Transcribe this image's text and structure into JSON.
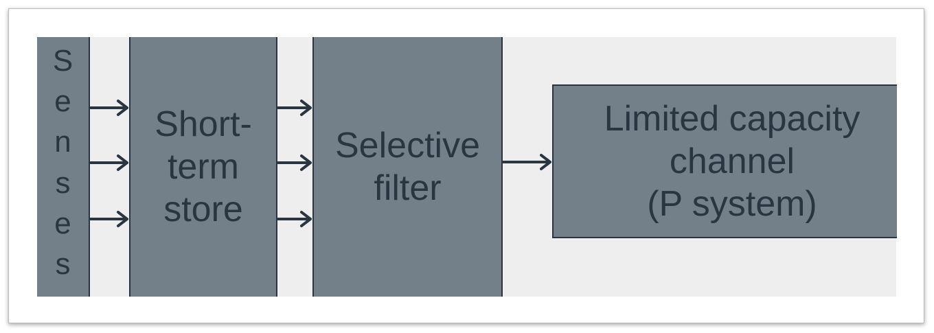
{
  "senses": {
    "letters": [
      "S",
      "e",
      "n",
      "s",
      "e",
      "s"
    ]
  },
  "boxes": {
    "store": "Short-\nterm\nstore",
    "filter": "Selective\nfilter",
    "channel": "Limited capacity\nchannel\n(P system)"
  },
  "colors": {
    "box_fill": "#738089",
    "stroke": "#2a3542",
    "background": "#eeeeee"
  }
}
